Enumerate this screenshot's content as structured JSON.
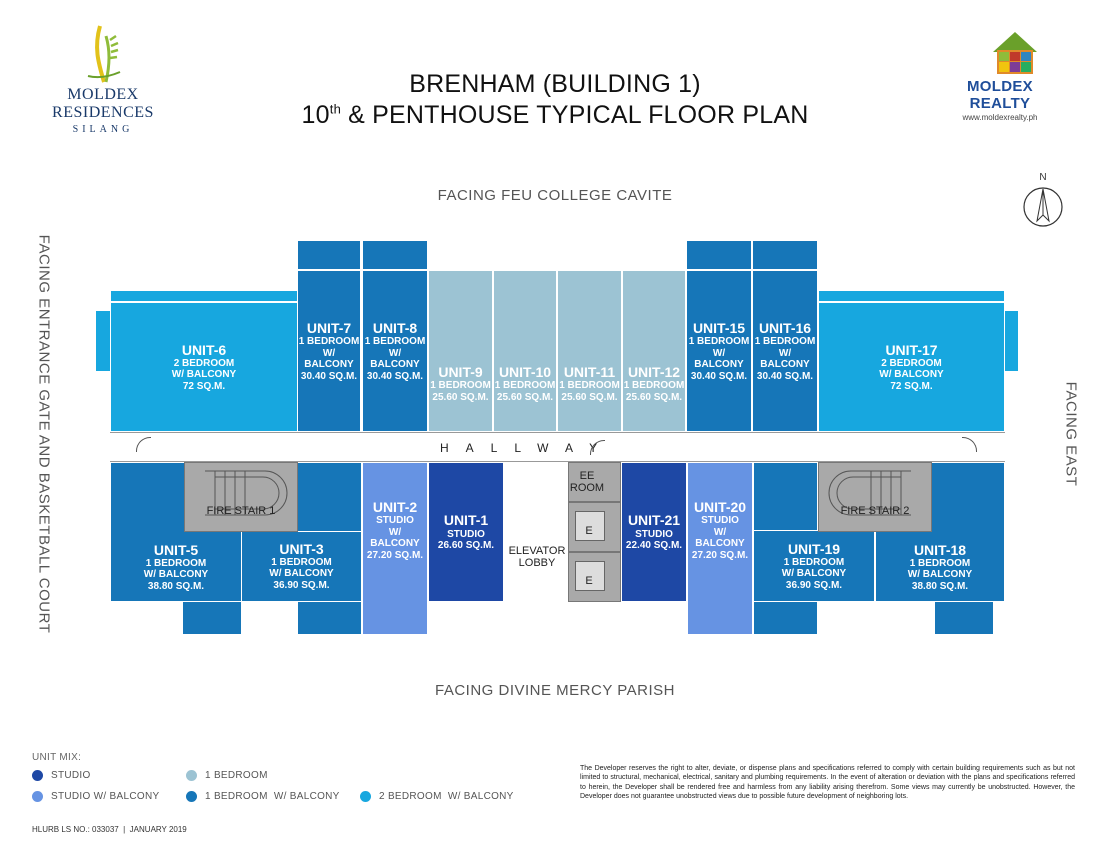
{
  "header": {
    "title_line1": "BRENHAM (BUILDING 1)",
    "title_line2_prefix": "10",
    "title_line2_sup": "th",
    "title_line2_rest": " & PENTHOUSE TYPICAL FLOOR PLAN"
  },
  "logos": {
    "left_main": "MOLDEX RESIDENCES",
    "left_sub": "SILANG",
    "right_main": "MOLDEX REALTY",
    "right_sub": "www.moldexrealty.ph"
  },
  "compass_label": "N",
  "facing": {
    "north": "FACING FEU COLLEGE CAVITE",
    "south": "FACING DIVINE MERCY PARISH",
    "west": "FACING ENTRANCE GATE AND BASKETBALL COURT",
    "east": "FACING EAST"
  },
  "units": {
    "u6": {
      "name": "UNIT-6",
      "type": "2 BEDROOM\nW/ BALCONY",
      "area": "72 SQ.M."
    },
    "u7": {
      "name": "UNIT-7",
      "type": "1 BEDROOM\nW/ BALCONY",
      "area": "30.40 SQ.M."
    },
    "u8": {
      "name": "UNIT-8",
      "type": "1 BEDROOM\nW/ BALCONY",
      "area": "30.40 SQ.M."
    },
    "u9": {
      "name": "UNIT-9",
      "type": "1 BEDROOM",
      "area": "25.60 SQ.M."
    },
    "u10": {
      "name": "UNIT-10",
      "type": "1 BEDROOM",
      "area": "25.60 SQ.M."
    },
    "u11": {
      "name": "UNIT-11",
      "type": "1 BEDROOM",
      "area": "25.60 SQ.M."
    },
    "u12": {
      "name": "UNIT-12",
      "type": "1 BEDROOM",
      "area": "25.60 SQ.M."
    },
    "u15": {
      "name": "UNIT-15",
      "type": "1 BEDROOM\nW/ BALCONY",
      "area": "30.40 SQ.M."
    },
    "u16": {
      "name": "UNIT-16",
      "type": "1 BEDROOM\nW/ BALCONY",
      "area": "30.40 SQ.M."
    },
    "u17": {
      "name": "UNIT-17",
      "type": "2 BEDROOM\nW/ BALCONY",
      "area": "72 SQ.M."
    },
    "u5": {
      "name": "UNIT-5",
      "type": "1 BEDROOM\nW/ BALCONY",
      "area": "38.80 SQ.M."
    },
    "u3": {
      "name": "UNIT-3",
      "type": "1 BEDROOM\nW/ BALCONY",
      "area": "36.90 SQ.M."
    },
    "u2": {
      "name": "UNIT-2",
      "type": "STUDIO\nW/ BALCONY",
      "area": "27.20 SQ.M."
    },
    "u1": {
      "name": "UNIT-1",
      "type": "STUDIO",
      "area": "26.60 SQ.M."
    },
    "u21": {
      "name": "UNIT-21",
      "type": "STUDIO",
      "area": "22.40 SQ.M."
    },
    "u20": {
      "name": "UNIT-20",
      "type": "STUDIO\nW/ BALCONY",
      "area": "27.20 SQ.M."
    },
    "u19": {
      "name": "UNIT-19",
      "type": "1 BEDROOM\nW/ BALCONY",
      "area": "36.90 SQ.M."
    },
    "u18": {
      "name": "UNIT-18",
      "type": "1 BEDROOM\nW/ BALCONY",
      "area": "38.80 SQ.M."
    }
  },
  "services": {
    "hallway": "HALLWAY",
    "fire_stair_1": "FIRE STAIR 1",
    "fire_stair_2": "FIRE STAIR 2",
    "ee_room": "EE\nROOM",
    "elevator_1": "E",
    "elevator_2": "E",
    "elevator_lobby": "ELEVATOR\nLOBBY"
  },
  "legend": {
    "heading": "UNIT MIX:",
    "items": [
      {
        "label": "STUDIO",
        "color": "#1e48a5"
      },
      {
        "label": "1 BEDROOM",
        "color": "#9cc3d3"
      },
      {
        "label": "STUDIO W/ BALCONY",
        "color": "#6693e3"
      },
      {
        "label": "1 BEDROOM  W/ BALCONY",
        "color": "#1676b8"
      },
      {
        "label": "2 BEDROOM  W/ BALCONY",
        "color": "#17a7df"
      }
    ]
  },
  "disclaimer": "The Developer reserves the right to alter, deviate, or dispense plans and specifications referred to comply with certain building requirements such as but not limited to structural, mechanical, electrical, sanitary and plumbing requirements. In the event of alteration or deviation with the plans and specifications referred to herein, the Developer shall be rendered free and harmless from any liability arising therefrom. Some views may currently be unobstructed. However, the Developer does not guarantee unobstructed views due to possible future development of neighboring lots.",
  "footer": "HLURB LS NO.: 033037  |  JANUARY 2019",
  "colors": {
    "studio": "#1e48a5",
    "studio_balcony": "#6693e3",
    "one_bedroom": "#9cc3d3",
    "one_bedroom_balcony": "#1676b8",
    "two_bedroom_balcony": "#17a7df"
  }
}
